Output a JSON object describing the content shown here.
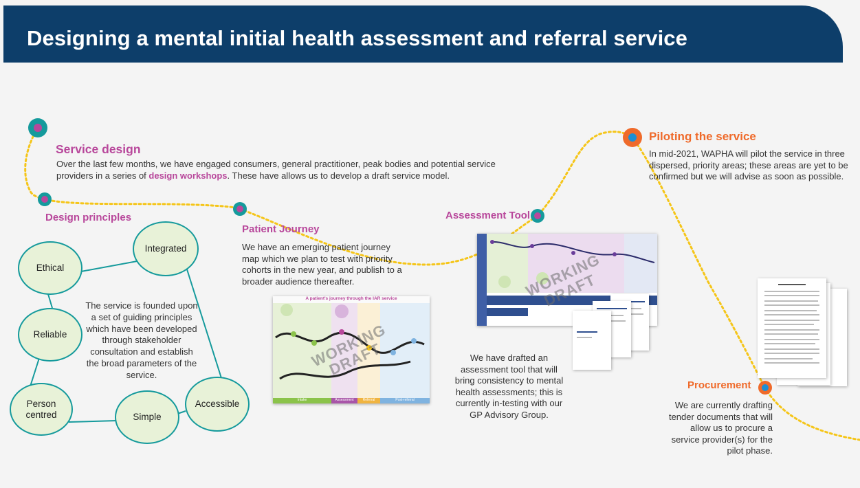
{
  "header": {
    "title": "Designing a mental initial health assessment and referral service"
  },
  "sections": {
    "service_design": {
      "title": "Service design",
      "text_before": "Over the last few months, we have engaged consumers, general practitioner, peak bodies and potential service providers in a series of ",
      "highlight": "design workshops",
      "text_after": ". These have allows us to develop a draft service model."
    },
    "design_principles": {
      "title": "Design principles",
      "description": "The service is founded upon a set of guiding principles which have been developed through stakeholder consultation and establish the broad parameters of the service.",
      "principles": [
        "Integrated",
        "Ethical",
        "Reliable",
        "Person centred",
        "Simple",
        "Accessible"
      ]
    },
    "patient_journey": {
      "title": "Patient Journey",
      "text": "We have an emerging patient journey map which we plan to test with priority cohorts in the new year, and publish to a broader audience thereafter.",
      "image_title": "A patient's journey through the IAR service",
      "image_bands": [
        "Intake",
        "Assessment",
        "Referral",
        "Post-referral"
      ],
      "watermark": "WORKING DRAFT"
    },
    "assessment_tool": {
      "title": "Assessment Tool",
      "text": "We have drafted an assessment tool that will bring consistency to mental health assessments; this is currently in-testing with our GP Advisory Group.",
      "watermark": "WORKING DRAFT"
    },
    "piloting": {
      "title": "Piloting the service",
      "text": "In mid-2021, WAPHA will pilot the service in three dispersed, priority areas; these areas are yet to be confirmed but we will advise as soon as possible."
    },
    "procurement": {
      "title": "Procurement",
      "text": "We are currently drafting tender documents that will allow us to procure a service provider(s) for the pilot phase."
    }
  },
  "colors": {
    "header": "#0d3e6a",
    "pink": "#b8479b",
    "orange": "#ef6a2a",
    "teal": "#159a9c",
    "path": "#f5c518",
    "bubble_fill": "#e8f2d8"
  }
}
